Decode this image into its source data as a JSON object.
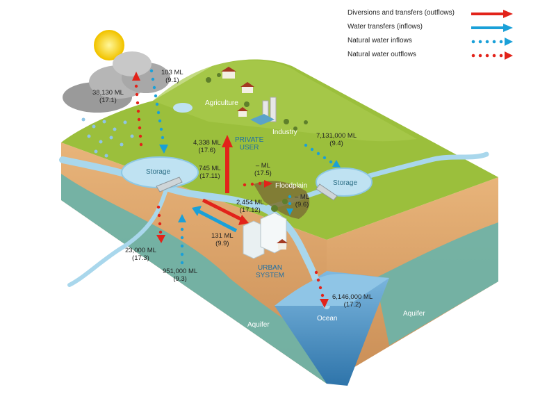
{
  "legend": [
    {
      "label": "Diversions and transfers (outflows)",
      "style": "solid-red",
      "icon": "red-arrow-icon"
    },
    {
      "label": "Water transfers (inflows)",
      "style": "solid-blue",
      "icon": "blue-arrow-icon"
    },
    {
      "label": "Natural water inflows",
      "style": "dotted-blue",
      "icon": "blue-dotted-arrow-icon"
    },
    {
      "label": "Natural water outflows",
      "style": "dotted-red",
      "icon": "red-dotted-arrow-icon"
    }
  ],
  "colors": {
    "outflow_red": "#e2231a",
    "inflow_blue": "#1aa0d8",
    "grass": "#9bbf3c",
    "soil": "#d9a46a",
    "aquifer": "#6fb2a6",
    "ocean": "#4a97c9"
  },
  "places": {
    "agriculture": "Agriculture",
    "private_user_1": "PRIVATE",
    "private_user_2": "USER",
    "industry": "Industry",
    "storage_left": "Storage",
    "storage_right": "Storage",
    "floodplain": "Floodplain",
    "urban_1": "URBAN",
    "urban_2": "SYSTEM",
    "ocean": "Ocean",
    "aquifer_left": "Aquifer",
    "aquifer_right": "Aquifer"
  },
  "flows": [
    {
      "id": "rain",
      "value": "38,130 ML",
      "code": "(17.1)"
    },
    {
      "id": "inflow-cloud",
      "value": "103 ML",
      "code": "(9.1)"
    },
    {
      "id": "private-user",
      "value": "4,338 ML",
      "code": "(17.6)"
    },
    {
      "id": "river-to-private",
      "value": "745 ML",
      "code": "(17.11)"
    },
    {
      "id": "floodplain-out",
      "value": "– ML",
      "code": "(17.5)"
    },
    {
      "id": "floodplain-in",
      "value": "– ML",
      "code": "(9.6)"
    },
    {
      "id": "storage-right-in",
      "value": "7,131,000 ML",
      "code": "(9.4)"
    },
    {
      "id": "urban-out",
      "value": "2,454 ML",
      "code": "(17.12)"
    },
    {
      "id": "urban-in",
      "value": "131 ML",
      "code": "(9.9)"
    },
    {
      "id": "groundwater-out",
      "value": "23,000 ML",
      "code": "(17.3)"
    },
    {
      "id": "groundwater-in",
      "value": "951,000 ML",
      "code": "(9.3)"
    },
    {
      "id": "ocean-out",
      "value": "6,146,000 ML",
      "code": "(17.2)"
    }
  ]
}
